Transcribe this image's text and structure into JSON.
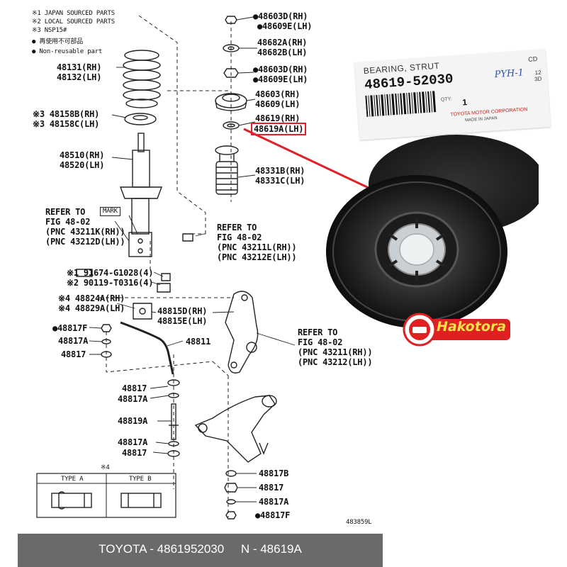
{
  "notes": {
    "n1": "※1 JAPAN SOURCED PARTS",
    "n2": "※2 LOCAL SOURCED PARTS",
    "n3": "※3 NSP15#",
    "reuse_cn": "● 再使用不可部品",
    "reuse_en": "● Non-reusable part"
  },
  "parts": {
    "p48603D": "●48603D(RH)",
    "p48609E": "●48609E(LH)",
    "p48682A": "48682A(RH)",
    "p48682B": "48682B(LH)",
    "p48603D_2": "●48603D(RH)",
    "p48609E_2": "●48609E(LH)",
    "p48603": "48603(RH)",
    "p48609": "48609(LH)",
    "p48619": "48619(RH)",
    "p48619A": "48619A(LH)",
    "p48331B": "48331B(RH)",
    "p48331C": "48331C(LH)",
    "p48131": "48131(RH)",
    "p48132": "48132(LH)",
    "p48158B": "※3 48158B(RH)",
    "p48158C": "※3 48158C(LH)",
    "p48510": "48510(RH)",
    "p48520": "48520(LH)",
    "refer1": "REFER TO\nFIG 48-02\n(PNC 43211K(RH))\n(PNC 43212D(LH))",
    "mark": "MARK",
    "refer2": "REFER TO\nFIG 48-02\n(PNC 43211L(RH))\n(PNC 43212E(LH))",
    "p91674": "※1 91674-G1028(4)",
    "p90119": "※2 90119-T0316(4)",
    "p48824A": "※4 48824A(RH)",
    "p48829A": "※4 48829A(LH)",
    "p48815D": "48815D(RH)",
    "p48815E": "48815E(LH)",
    "refer3": "REFER TO\nFIG 48-02\n(PNC 43211(RH))\n(PNC 43212(LH))",
    "p48817F_top": "●48817F",
    "p48817A_1": "48817A",
    "p48817_1": "48817",
    "p48811": "48811",
    "p48817_2": "48817",
    "p48817A_2": "48817A",
    "p48819A": "48819A",
    "p48817A_3": "48817A",
    "p48817_3": "48817",
    "p48817B": "48817B",
    "p48817_4": "48817",
    "p48817A_4": "48817A",
    "p48817F_bot": "●48817F",
    "type_note": "※4",
    "typeA": "TYPE A",
    "typeB": "TYPE B",
    "fig_code": "483859L"
  },
  "photo_label": {
    "title": "BEARING, STRUT",
    "cd": "CD",
    "part_no": "48619-52030",
    "handwritten": "PYH-1",
    "side": "12\n3D",
    "qty_label": "QTY:",
    "qty": "1",
    "corp": "TOYOTA MOTOR CORPORATION",
    "made_in": "MADE IN JAPAN"
  },
  "watermark": "Hakotora",
  "footer": "TOYOTA - 4861952030     N - 48619A",
  "colors": {
    "highlight": "#e0202a",
    "footer_bg": "#6a6a6a",
    "watermark_bg": "#e02020",
    "watermark_text": "#ffe14a"
  }
}
